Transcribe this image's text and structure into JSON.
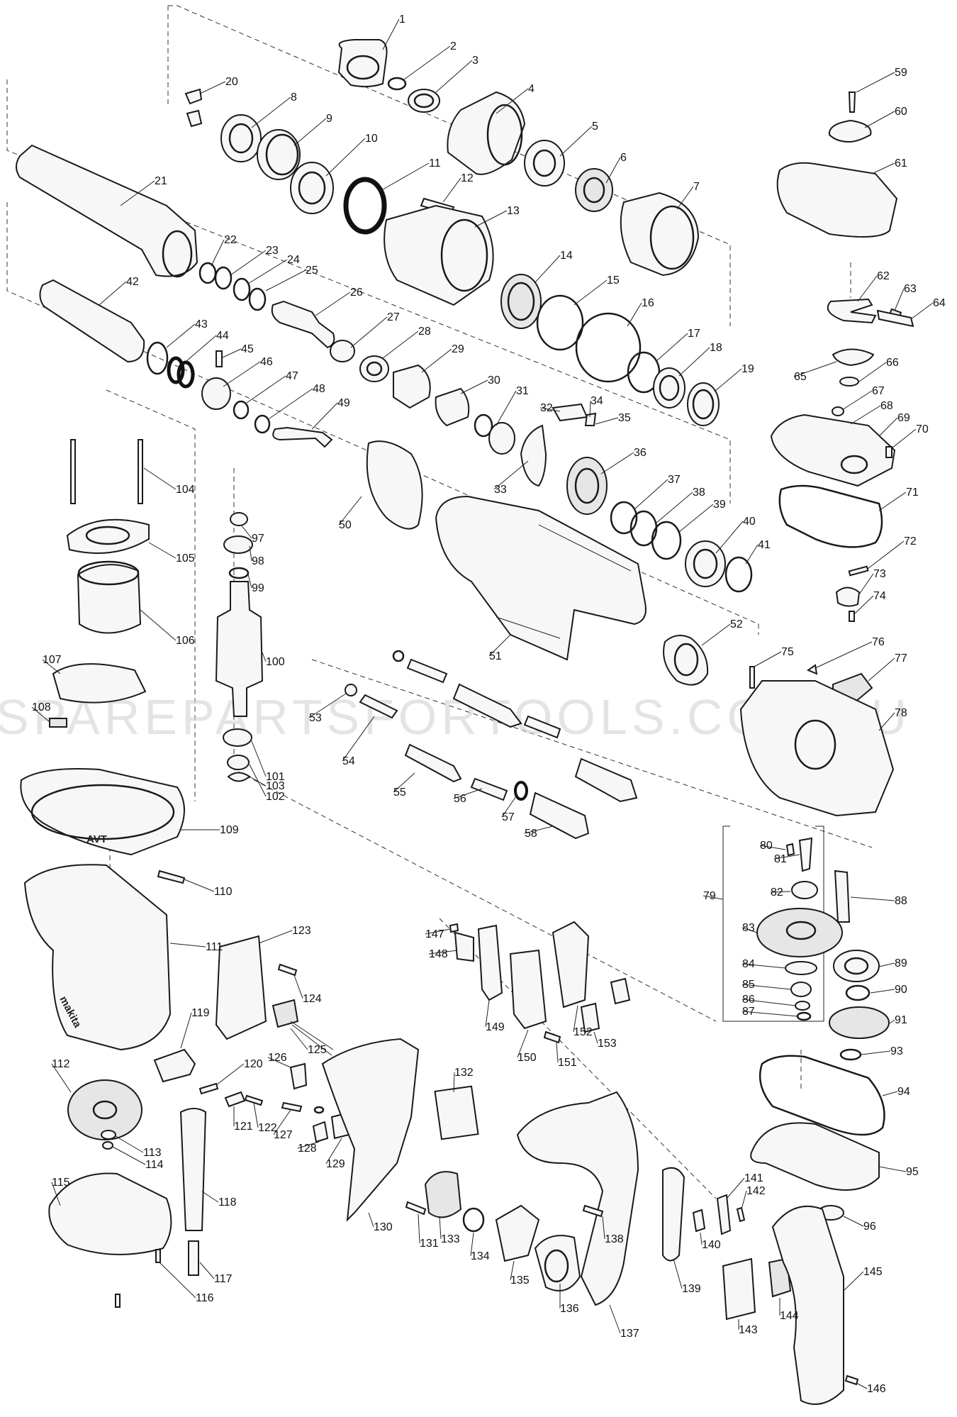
{
  "watermark": "SPAREPARTSFORTOOLS.COM.AU",
  "markings": {
    "avt": "AVT",
    "brand": "makita"
  },
  "parts": [
    "1",
    "2",
    "3",
    "4",
    "5",
    "6",
    "7",
    "8",
    "9",
    "10",
    "11",
    "12",
    "13",
    "14",
    "15",
    "16",
    "17",
    "18",
    "19",
    "20",
    "21",
    "22",
    "23",
    "24",
    "25",
    "26",
    "27",
    "28",
    "29",
    "30",
    "31",
    "32",
    "33",
    "34",
    "35",
    "36",
    "37",
    "38",
    "39",
    "40",
    "41",
    "42",
    "43",
    "44",
    "45",
    "46",
    "47",
    "48",
    "49",
    "50",
    "51",
    "52",
    "53",
    "54",
    "55",
    "56",
    "57",
    "58",
    "59",
    "60",
    "61",
    "62",
    "63",
    "64",
    "65",
    "66",
    "67",
    "68",
    "69",
    "70",
    "71",
    "72",
    "73",
    "74",
    "75",
    "76",
    "77",
    "78",
    "79",
    "80",
    "81",
    "82",
    "83",
    "84",
    "85",
    "86",
    "87",
    "88",
    "89",
    "90",
    "91",
    "93",
    "94",
    "95",
    "96",
    "97",
    "98",
    "99",
    "100",
    "101",
    "102",
    "103",
    "104",
    "105",
    "106",
    "107",
    "108",
    "109",
    "110",
    "111",
    "112",
    "113",
    "114",
    "115",
    "116",
    "117",
    "118",
    "119",
    "120",
    "121",
    "122",
    "123",
    "124",
    "125",
    "126",
    "127",
    "128",
    "129",
    "130",
    "131",
    "132",
    "133",
    "134",
    "135",
    "136",
    "137",
    "138",
    "139",
    "140",
    "141",
    "142",
    "143",
    "144",
    "145",
    "146",
    "147",
    "148",
    "149",
    "150",
    "151",
    "152",
    "153"
  ]
}
